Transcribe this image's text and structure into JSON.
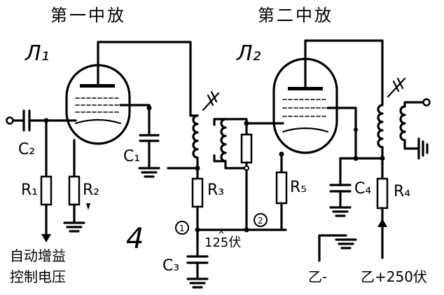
{
  "headings": {
    "stage1": "第一中放",
    "stage2": "第二中放"
  },
  "tubes": {
    "tube1": "Л₁",
    "tube2": "Л₂"
  },
  "components": {
    "c2": "C₂",
    "c1": "C₁",
    "c3": "C₃",
    "c4": "C₄",
    "r1": "R₁",
    "r2": "R₂",
    "r3": "R₃",
    "r4": "R₄",
    "r5": "R₅"
  },
  "test_points": {
    "p1": "1",
    "p2": "2"
  },
  "figure_number": "4",
  "voltage_label": "125伏",
  "agc": {
    "line1": "自动增益",
    "line2": "控制电压"
  },
  "supply": {
    "negative": "乙-",
    "positive": "乙+250伏"
  }
}
